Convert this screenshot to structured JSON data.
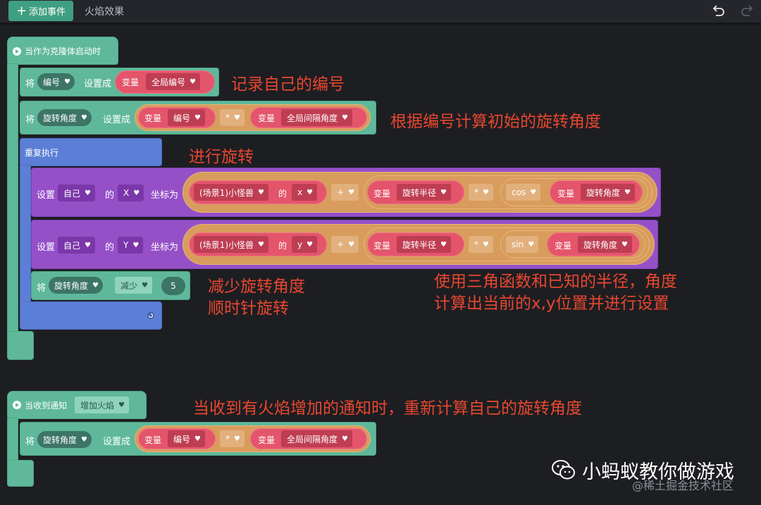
{
  "toolbar": {
    "add_event_label": "添加事件",
    "title": "火焰效果"
  },
  "script1": {
    "hat_label": "当作为克隆体启动时",
    "set1": {
      "prefix": "将",
      "var": "编号",
      "mid": "设置成",
      "kw": "变量",
      "value": "全局编号"
    },
    "set2": {
      "prefix": "将",
      "var": "旋转角度",
      "mid": "设置成",
      "kw1": "变量",
      "v1": "编号",
      "op": "*",
      "kw2": "变量",
      "v2": "全局间隔角度"
    },
    "repeat_label": "重复执行",
    "setx": {
      "prefix": "设置",
      "obj": "自己",
      "of": "的",
      "axis": "X",
      "suffix": "坐标为",
      "target": "(场景1)小怪兽",
      "of2": "的",
      "prop": "x",
      "op": "+",
      "kw1": "变量",
      "v1": "旋转半径",
      "op2": "*",
      "fn": "cos",
      "kw2": "变量",
      "v2": "旋转角度"
    },
    "sety": {
      "prefix": "设置",
      "obj": "自己",
      "of": "的",
      "axis": "Y",
      "suffix": "坐标为",
      "target": "(场景1)小怪兽",
      "of2": "的",
      "prop": "y",
      "op": "+",
      "kw1": "变量",
      "v1": "旋转半径",
      "op2": "*",
      "fn": "sin",
      "kw2": "变量",
      "v2": "旋转角度"
    },
    "change": {
      "prefix": "将",
      "var": "旋转角度",
      "action": "减少",
      "amount": "5"
    }
  },
  "script2": {
    "hat_label": "当收到通知",
    "message": "增加火焰",
    "set": {
      "prefix": "将",
      "var": "旋转角度",
      "mid": "设置成",
      "kw1": "变量",
      "v1": "编号",
      "op": "*",
      "kw2": "变量",
      "v2": "全局间隔角度"
    }
  },
  "annotations": {
    "a1": "记录自己的编号",
    "a2": "根据编号计算初始的旋转角度",
    "a3": "进行旋转",
    "a4_line1": "减少旋转角度",
    "a4_line2": "顺时针旋转",
    "a5_line1": "使用三角函数和已知的半径，角度",
    "a5_line2": "计算出当前的x,y位置并进行设置",
    "a6": "当收到有火焰增加的通知时，重新计算自己的旋转角度"
  },
  "watermark": {
    "main": "小蚂蚁教你做游戏",
    "sub": "@稀土掘金技术社区"
  },
  "colors": {
    "control_green": "#5fb89a",
    "loop_blue": "#5b7fd6",
    "motion_purple": "#9550c8",
    "variable_red": "#e4556b",
    "operator_tan": "#d89c5c",
    "annotation_red": "#e8472f"
  }
}
